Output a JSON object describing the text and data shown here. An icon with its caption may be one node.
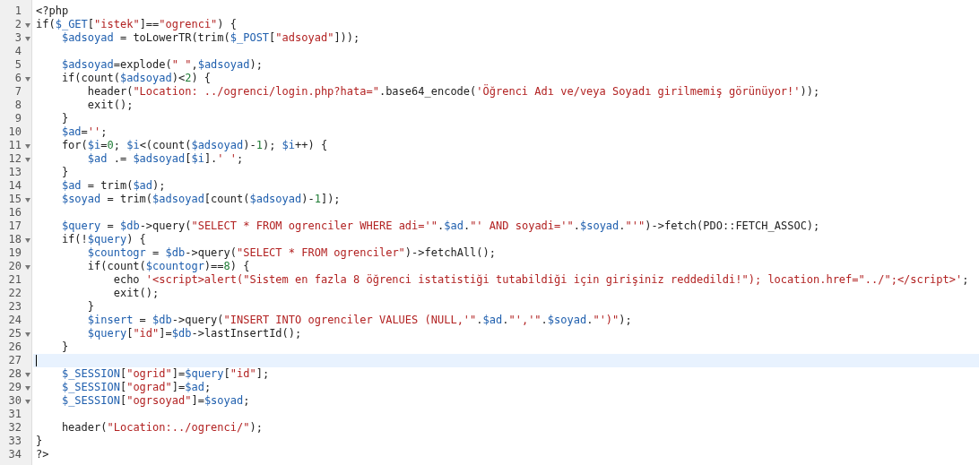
{
  "diagram": {
    "labels": [
      "1",
      "<?php",
      "2",
      "if($_GET[\"istek\"]==\"ogrenci\") {",
      "3",
      "    $adsoyad = toLowerTR(trim($_POST[\"adsoyad\"]));",
      "4",
      "5",
      "    $adsoyad=explode(\" \",$adsoyad);",
      "6",
      "    if(count($adsoyad)<2) {",
      "7",
      "        header(\"Location: ../ogrenci/login.php?hata=\".base64_encode('Öğrenci Adı ve/veya Soyadı girilmemiş görünüyor!'));",
      "8",
      "        exit();",
      "9",
      "    }",
      "10",
      "    $ad='';",
      "11",
      "    for($i=0; $i<(count($adsoyad)-1); $i++) {",
      "12",
      "        $ad .= $adsoyad[$i].' ';",
      "13",
      "    }",
      "14",
      "    $ad = trim($ad);",
      "15",
      "    $soyad = trim($adsoyad[count($adsoyad)-1]);",
      "16",
      "17",
      "    $query = $db->query(\"SELECT * FROM ogrenciler WHERE adi='\".$ad.\"' AND soyadi='\".$soyad.\"'\")->fetch(PDO::FETCH_ASSOC);",
      "18",
      "    if(!$query) {",
      "19",
      "        $countogr = $db->query(\"SELECT * FROM ogrenciler\")->fetchAll();",
      "20",
      "        if(count($countogr)==8) {",
      "21",
      "            echo '<script>alert(\"Sistem en fazla 8 öğrenci istatistiği tutabildiği için girişiniz reddedildi!\"); location.href=\"../\";</script>';",
      "22",
      "            exit();",
      "23",
      "        }",
      "24",
      "        $insert = $db->query(\"INSERT INTO ogrenciler VALUES (NULL,'\".$ad.\"','\".$soyad.\"')\");",
      "25",
      "        $query[\"id\"]=$db->lastInsertId();",
      "26",
      "    }",
      "27",
      "28",
      "    $_SESSION[\"ogrid\"]=$query[\"id\"];",
      "29",
      "    $_SESSION[\"ograd\"]=$ad;",
      "30",
      "    $_SESSION[\"ogrsoyad\"]=$soyad;",
      "31",
      "32",
      "    header(\"Location:../ogrenci/\");",
      "33",
      "}",
      "34",
      "?>"
    ]
  }
}
